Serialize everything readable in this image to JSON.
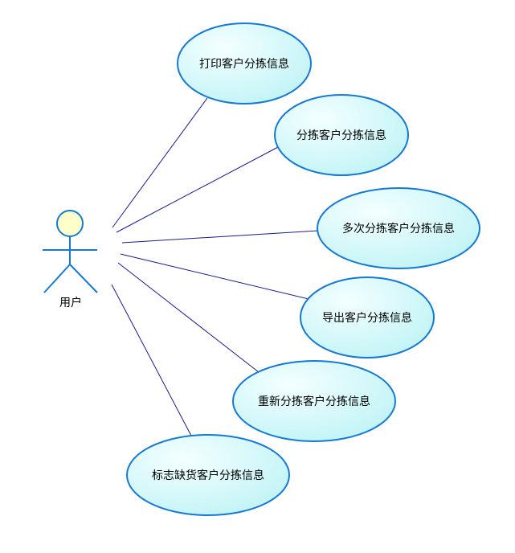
{
  "diagram": {
    "type": "use-case",
    "actor": {
      "name": "用户"
    },
    "use_cases": [
      {
        "id": "uc-print",
        "label": "打印客户分拣信息"
      },
      {
        "id": "uc-sort",
        "label": "分拣客户分拣信息"
      },
      {
        "id": "uc-multi-sort",
        "label": "多次分拣客户分拣信息"
      },
      {
        "id": "uc-export",
        "label": "导出客户分拣信息"
      },
      {
        "id": "uc-resort",
        "label": "重新分拣客户分拣信息"
      },
      {
        "id": "uc-mark-short",
        "label": "标志缺货客户分拣信息"
      }
    ],
    "colors": {
      "ellipse_fill_light": "#f4ffff",
      "ellipse_fill_dark": "#bff3f6",
      "ellipse_stroke": "#1679d2",
      "association_line": "#1a1a8c",
      "actor_head_fill": "#ffffcc",
      "actor_stroke": "#1679d2"
    }
  }
}
